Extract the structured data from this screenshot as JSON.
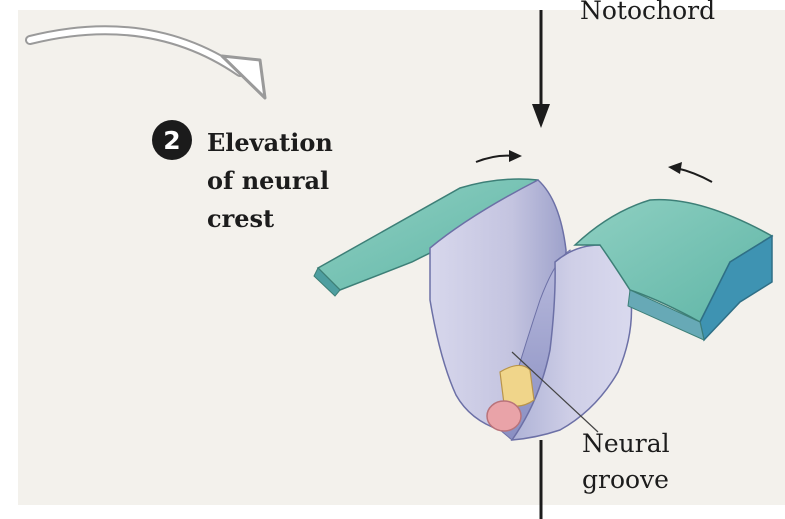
{
  "step": {
    "number": "2",
    "title_lines": [
      "Elevation",
      "of neural",
      "crest"
    ]
  },
  "labels": {
    "top": "Notochord",
    "bottom_lines": [
      "Neural",
      "groove"
    ]
  },
  "colors": {
    "teal_top": "#6bbfae",
    "teal_side": "#3e93b2",
    "fold_lavender": "#c9c8e2",
    "fold_shadow": "#9fa3cc",
    "crest_yellow": "#f0d58a",
    "notochord_pink": "#e9a3a8",
    "text_dark": "#1c1c1c",
    "background": "#f3f1ec"
  }
}
